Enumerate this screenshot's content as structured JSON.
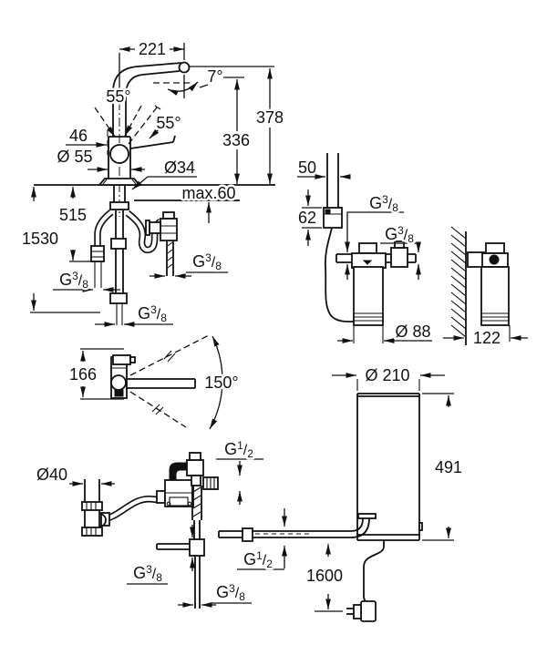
{
  "colors": {
    "background": "#ffffff",
    "line": "#111111"
  },
  "figures": {
    "faucet_side_view": {
      "spout_reach": "221",
      "spout_end_angle": "7°",
      "lever_angle_left": "55°",
      "lever_angle_right": "55°",
      "lever_offset": "46",
      "body_diameter": "Ø 55",
      "mounting_hole_diameter": "Ø34",
      "counter_thickness_max": "max.60",
      "height_to_spout_top": "378",
      "height_to_outlet": "336",
      "supply_hose_length": "515",
      "long_hose_length": "1530",
      "thread_supply_left": {
        "base": "G",
        "sup": "3",
        "slash": "/",
        "sub": "8"
      },
      "thread_long_hose": {
        "base": "G",
        "sup": "3",
        "slash": "/",
        "sub": "8"
      },
      "thread_valve_hose": {
        "base": "G",
        "sup": "3",
        "slash": "/",
        "sub": "8"
      }
    },
    "faucet_top_view": {
      "body_depth": "166",
      "spout_swivel_range": "150°"
    },
    "drain_connection_view": {
      "drain_pipe_diameter": "Ø40",
      "thread_angle_valve": {
        "base": "G",
        "sup": "1",
        "slash": "/",
        "sub": "2"
      },
      "thread_tee": {
        "base": "G",
        "sup": "3",
        "slash": "/",
        "sub": "8"
      },
      "thread_supply_pipe": {
        "base": "G",
        "sup": "3",
        "slash": "/",
        "sub": "8"
      }
    },
    "filter_unit_view": {
      "control_box_width": "50",
      "control_box_height": "62",
      "thread_filter_inlet": {
        "base": "G",
        "sup": "3",
        "slash": "/",
        "sub": "8"
      },
      "thread_filter_outlet": {
        "base": "G",
        "sup": "3",
        "slash": "/",
        "sub": "8"
      },
      "filter_diameter": "Ø 88",
      "wall_offset": "122"
    },
    "boiler_view": {
      "boiler_diameter": "Ø 210",
      "boiler_height": "491",
      "thread_water_inlet": {
        "base": "G",
        "sup": "1",
        "slash": "/",
        "sub": "2"
      },
      "power_cable_length": "1600"
    }
  }
}
